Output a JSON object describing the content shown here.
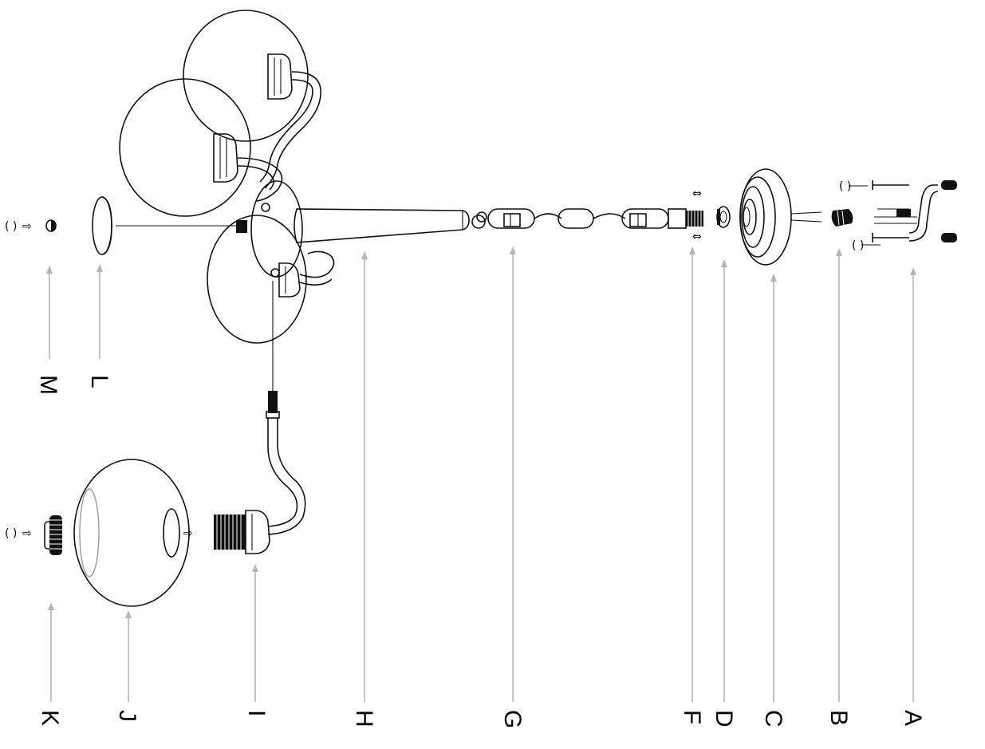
{
  "diagram": {
    "type": "exploded-assembly",
    "parts": [
      {
        "id": "A",
        "label": "A"
      },
      {
        "id": "B",
        "label": "B"
      },
      {
        "id": "C",
        "label": "C"
      },
      {
        "id": "D",
        "label": "D"
      },
      {
        "id": "F",
        "label": "F"
      },
      {
        "id": "G",
        "label": "G"
      },
      {
        "id": "H",
        "label": "H"
      },
      {
        "id": "I",
        "label": "I"
      },
      {
        "id": "J",
        "label": "J"
      },
      {
        "id": "K",
        "label": "K"
      },
      {
        "id": "L",
        "label": "L"
      },
      {
        "id": "M",
        "label": "M"
      }
    ],
    "symbols": {
      "paren": "( )",
      "arrow": "⇨"
    },
    "colors": {
      "line": "#111111",
      "leader": "#b5b5b5",
      "background": "#ffffff"
    }
  }
}
